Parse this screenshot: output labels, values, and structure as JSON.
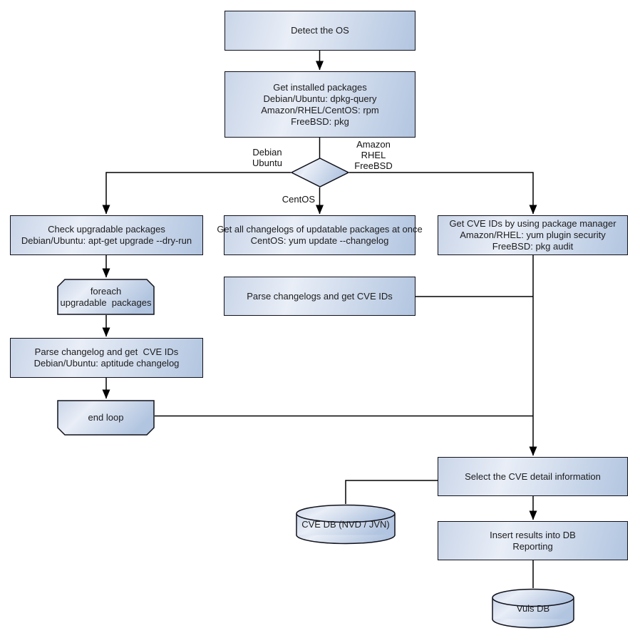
{
  "nodes": {
    "detect_os": "Detect the OS",
    "get_installed": "Get installed packages\nDebian/Ubuntu: dpkg-query\nAmazon/RHEL/CentOS: rpm\nFreeBSD: pkg",
    "check_upgradable": "Check upgradable packages\nDebian/Ubuntu: apt-get upgrade --dry-run",
    "foreach_loop": "foreach\nupgradable  packages",
    "parse_changelog": "Parse changelog and get  CVE IDs\nDebian/Ubuntu: aptitude changelog",
    "end_loop": "end loop",
    "get_changelogs": "Get all changelogs of updatable packages at once\nCentOS: yum update --changelog",
    "parse_changelogs": "Parse changelogs and get CVE IDs",
    "get_cve_ids": "Get CVE IDs by using package manager\nAmazon/RHEL: yum plugin security\nFreeBSD: pkg audit",
    "select_cve": "Select the CVE detail information",
    "cve_db": "CVE DB (NVD / JVN)",
    "insert_db": "Insert results into DB\nReporting",
    "vuls_db": "Vuls DB"
  },
  "edge_labels": {
    "debian_ubuntu": "Debian\nUbuntu",
    "amazon_rhel_freebsd": "Amazon\nRHEL\nFreeBSD",
    "centos": "CentOS"
  },
  "colors": {
    "background": "#ffffff",
    "node_fill_edge": "#c9d5e8",
    "node_fill_light": "#e9eef7",
    "node_fill_dark": "#b2c5e0",
    "node_border": "#10101a",
    "connector": "#000000",
    "text": "#1c1c1c"
  }
}
